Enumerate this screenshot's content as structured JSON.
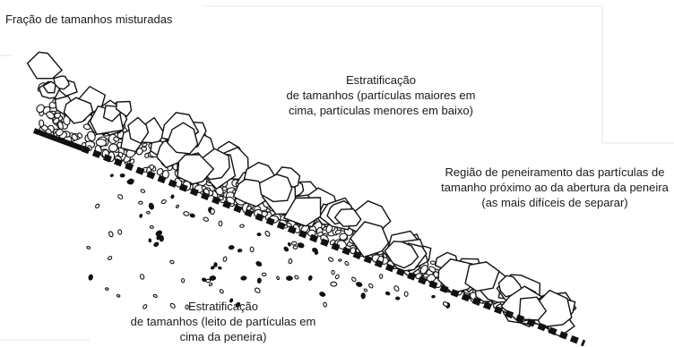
{
  "title": "Fração de tamanhos misturadas",
  "labels": {
    "top": [
      "Estratificação",
      "de tamanhos (partículas maiores em",
      "cima, partículas menores em baixo)"
    ],
    "right": [
      "Região de peneiramento das partículas de",
      "tamanho próximo ao da abertura da peneira",
      "(as mais difíceis de separar)"
    ],
    "bottom": [
      "Estratificação",
      "de tamanhos (leito de partículas em",
      "cima da peneira)"
    ]
  },
  "colors": {
    "ink": "#111111",
    "particle_fill": "#ffffff",
    "background": "#ffffff"
  }
}
